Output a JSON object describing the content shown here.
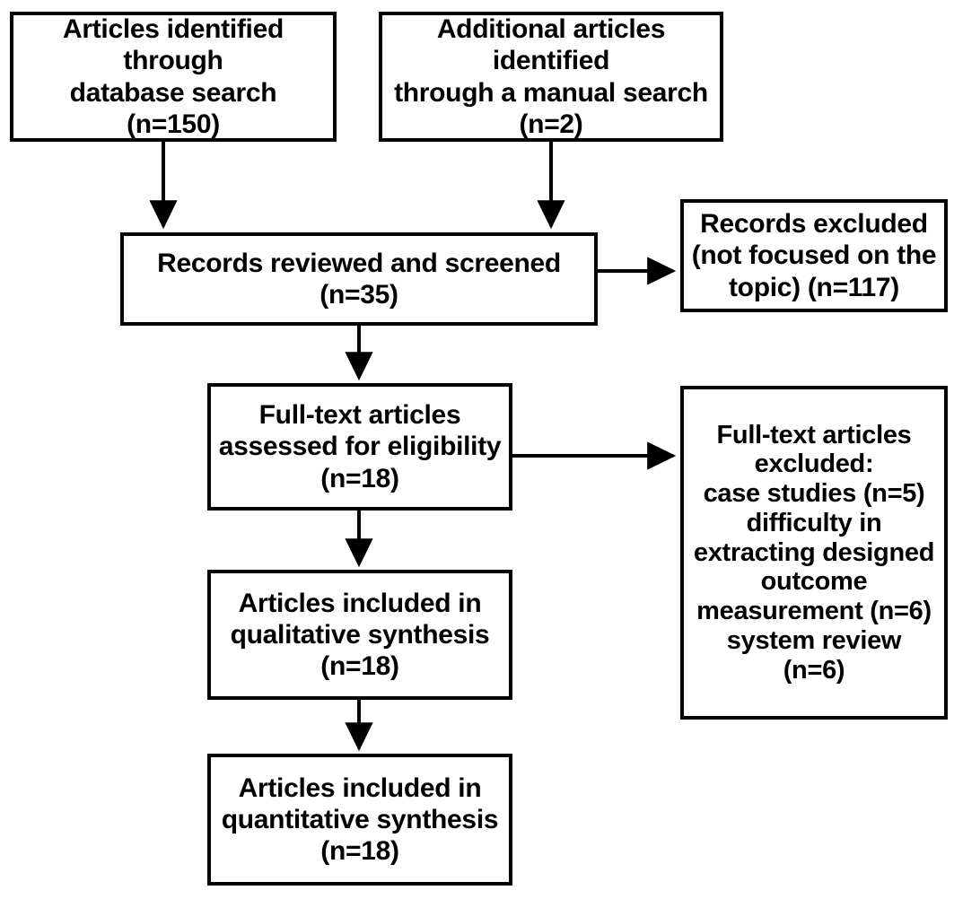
{
  "diagram": {
    "title": "PRISMA study selection flow diagram",
    "type": "flowchart",
    "stroke_color": "#000000",
    "background_color": "#ffffff",
    "nodes": [
      {
        "id": "identified-database",
        "text": "Articles identified through\ndatabase search\n(n=150)",
        "count": 150
      },
      {
        "id": "identified-manual",
        "text": "Additional articles identified\nthrough a manual search\n(n=2)",
        "count": 2
      },
      {
        "id": "records-screened",
        "text": "Records reviewed and screened\n(n=35)",
        "count": 35
      },
      {
        "id": "records-excluded",
        "text": "Records excluded\n(not focused on the\ntopic) (n=117)",
        "count": 117
      },
      {
        "id": "fulltext-assessed",
        "text": "Full-text articles\nassessed for eligibility\n(n=18)",
        "count": 18
      },
      {
        "id": "fulltext-excluded",
        "text": "Full-text articles\nexcluded:\ncase studies (n=5)\ndifficulty in\nextracting designed\noutcome\nmeasurement (n=6)\nsystem review\n(n=6)",
        "counts": [
          5,
          6,
          6
        ]
      },
      {
        "id": "included-qualitative",
        "text": "Articles included in\nqualitative synthesis\n(n=18)",
        "count": 18
      },
      {
        "id": "included-quantitative",
        "text": "Articles included in\nquantitative synthesis\n(n=18)",
        "count": 18
      }
    ],
    "edges": [
      {
        "from": "identified-database",
        "to": "records-screened",
        "direction": "down"
      },
      {
        "from": "identified-manual",
        "to": "records-screened",
        "direction": "down"
      },
      {
        "from": "records-screened",
        "to": "records-excluded",
        "direction": "right"
      },
      {
        "from": "records-screened",
        "to": "fulltext-assessed",
        "direction": "down"
      },
      {
        "from": "fulltext-assessed",
        "to": "fulltext-excluded",
        "direction": "right"
      },
      {
        "from": "fulltext-assessed",
        "to": "included-qualitative",
        "direction": "down"
      },
      {
        "from": "included-qualitative",
        "to": "included-quantitative",
        "direction": "down"
      }
    ]
  }
}
